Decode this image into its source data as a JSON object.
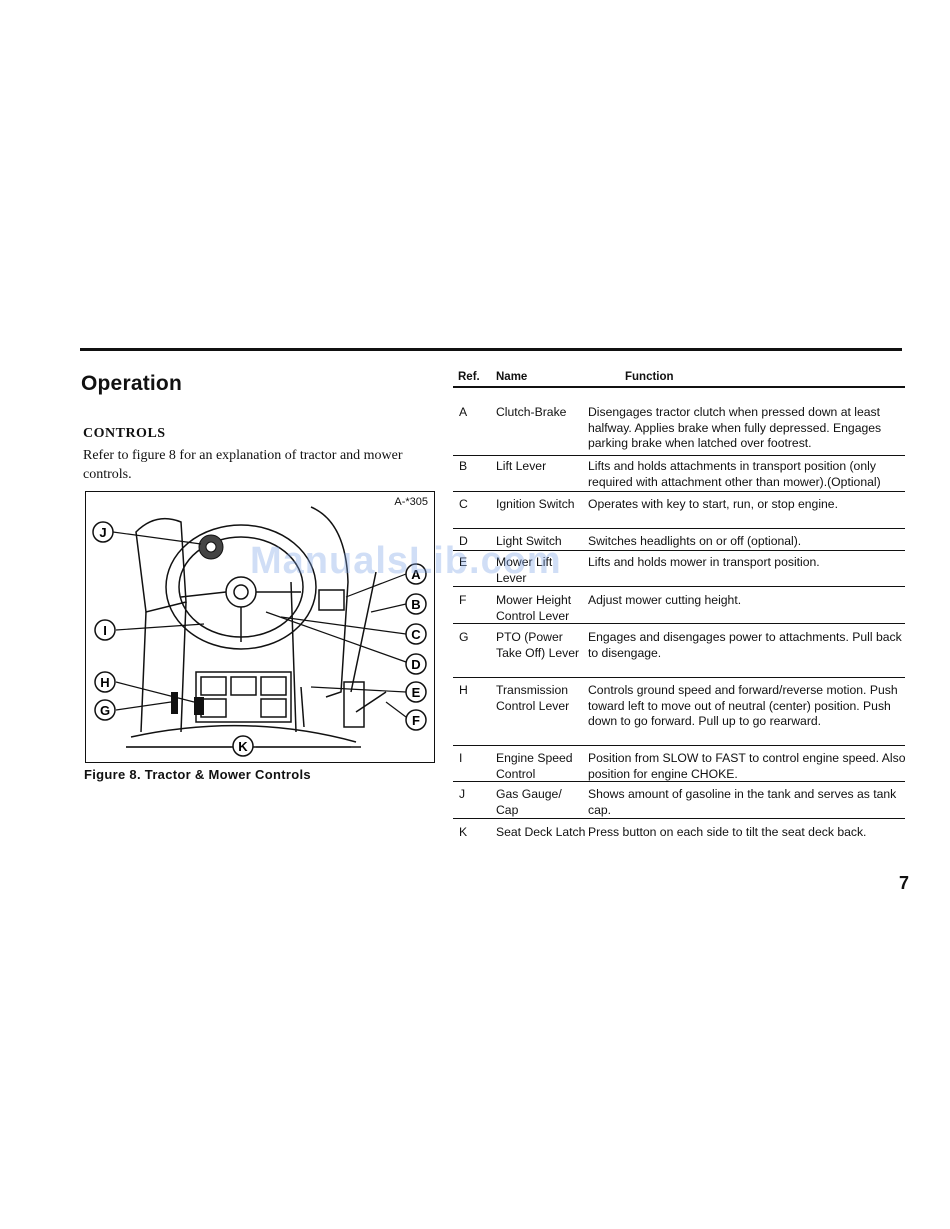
{
  "page": {
    "title": "Operation",
    "section_heading": "CONTROLS",
    "intro": "Refer to figure 8 for an explanation of tractor and mower controls.",
    "page_number": "7",
    "watermark": "ManualsLib.com"
  },
  "figure": {
    "code": "A-*305",
    "caption": "Figure 8. Tractor & Mower Controls",
    "callouts": [
      "A",
      "B",
      "C",
      "D",
      "E",
      "F",
      "G",
      "H",
      "I",
      "J",
      "K"
    ]
  },
  "table": {
    "headers": {
      "ref": "Ref.",
      "name": "Name",
      "function": "Function"
    },
    "rows": [
      {
        "ref": "A",
        "name": "Clutch-Brake",
        "function": "Disengages tractor clutch when pressed down at least halfway. Applies brake when fully depressed. Engages parking brake when latched over footrest."
      },
      {
        "ref": "B",
        "name": "Lift Lever",
        "function": "Lifts and holds attachments in transport position (only required with attachment other than mower).(Optional)"
      },
      {
        "ref": "C",
        "name": "Ignition Switch",
        "function": "Operates with key to start, run, or stop engine."
      },
      {
        "ref": "D",
        "name": "Light Switch",
        "function": "Switches headlights on or off (optional)."
      },
      {
        "ref": "E",
        "name": "Mower Lift Lever",
        "function": "Lifts and holds mower in transport position."
      },
      {
        "ref": "F",
        "name": "Mower Height Control Lever",
        "function": "Adjust mower cutting height."
      },
      {
        "ref": "G",
        "name": "PTO (Power Take Off) Lever",
        "function": "Engages and disengages power to attachments. Pull back to disengage."
      },
      {
        "ref": "H",
        "name": "Transmission Control Lever",
        "function": "Controls ground speed and forward/reverse motion. Push toward left to move out of neutral (center) position. Push down to go forward. Pull up to go rearward."
      },
      {
        "ref": "I",
        "name": "Engine Speed Control",
        "function": "Position from SLOW to FAST to control engine speed. Also position for engine CHOKE."
      },
      {
        "ref": "J",
        "name": "Gas Gauge/ Cap",
        "function": "Shows amount of gasoline in the tank and serves as tank cap."
      },
      {
        "ref": "K",
        "name": "Seat Deck Latch",
        "function": "Press button on each side to tilt the seat deck back."
      }
    ]
  }
}
